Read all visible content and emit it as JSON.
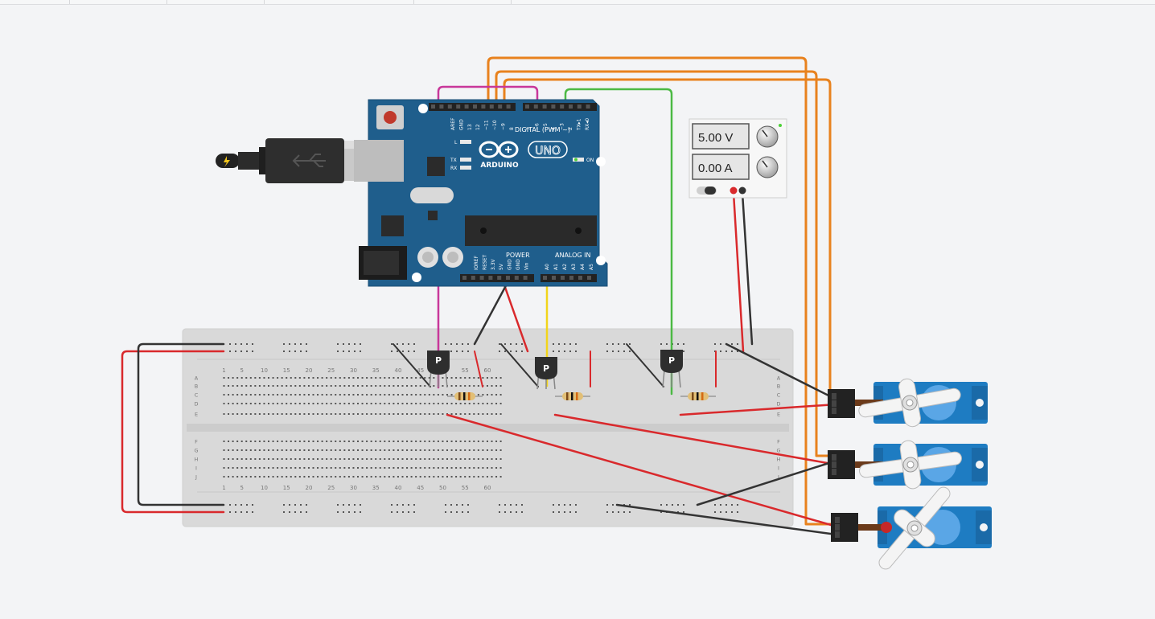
{
  "arduino": {
    "brand": "ARDUINO",
    "model": "UNO",
    "digital_label": "DIGITAL (PWM ~)",
    "power_label": "POWER",
    "analog_label": "ANALOG IN",
    "on_label": "ON",
    "l_label": "L",
    "tx_label": "TX",
    "rx_label": "RX",
    "digital_pins": [
      "AREF",
      "GND",
      "13",
      "12",
      "~11",
      "~10",
      "~9",
      "8",
      "7",
      "~6",
      "~5",
      "4",
      "~3",
      "2",
      "TX▸1",
      "RX◂0"
    ],
    "power_pins": [
      "IOREF",
      "RESET",
      "3.3V",
      "5V",
      "GND",
      "GND",
      "Vin"
    ],
    "analog_pins": [
      "A0",
      "A1",
      "A2",
      "A3",
      "A4",
      "A5"
    ]
  },
  "power_supply": {
    "voltage": "5.00 V",
    "current": "0.00 A"
  },
  "breadboard": {
    "column_numbers": [
      "1",
      "5",
      "10",
      "15",
      "20",
      "25",
      "30",
      "35",
      "40",
      "45",
      "50",
      "55",
      "60"
    ],
    "rows_top": [
      "A",
      "B",
      "C",
      "D",
      "E"
    ],
    "rows_bottom": [
      "F",
      "G",
      "H",
      "I",
      "J"
    ]
  },
  "transistors": [
    {
      "label": "P"
    },
    {
      "label": "P"
    },
    {
      "label": "P"
    }
  ],
  "colors": {
    "board_blue": "#1f5e8c",
    "wire_orange": "#e8821e",
    "wire_magenta": "#c8379a",
    "wire_yellow": "#f2d41b",
    "wire_green": "#4cb944",
    "wire_red": "#d9292c",
    "wire_black": "#333333",
    "servo_blue": "#1e7cc2"
  }
}
